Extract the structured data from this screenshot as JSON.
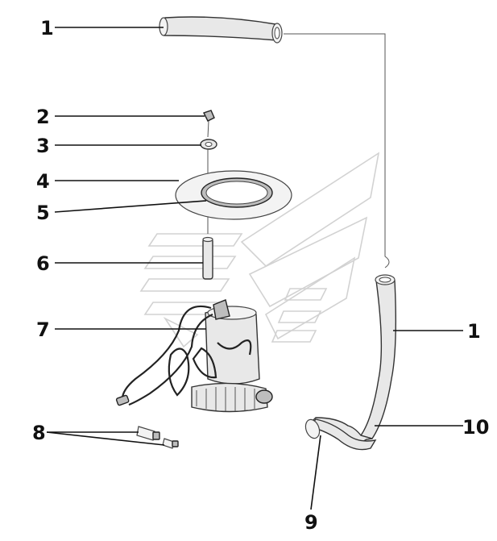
{
  "callouts": {
    "c1_top": "1",
    "c2": "2",
    "c3": "3",
    "c4": "4",
    "c5": "5",
    "c6": "6",
    "c7": "7",
    "c8": "8",
    "c1_right": "1",
    "c10": "10",
    "c9": "9"
  },
  "colors": {
    "line": "#111111",
    "part_fill": "#e8e8e8",
    "watermark": "#d2d2d2"
  }
}
